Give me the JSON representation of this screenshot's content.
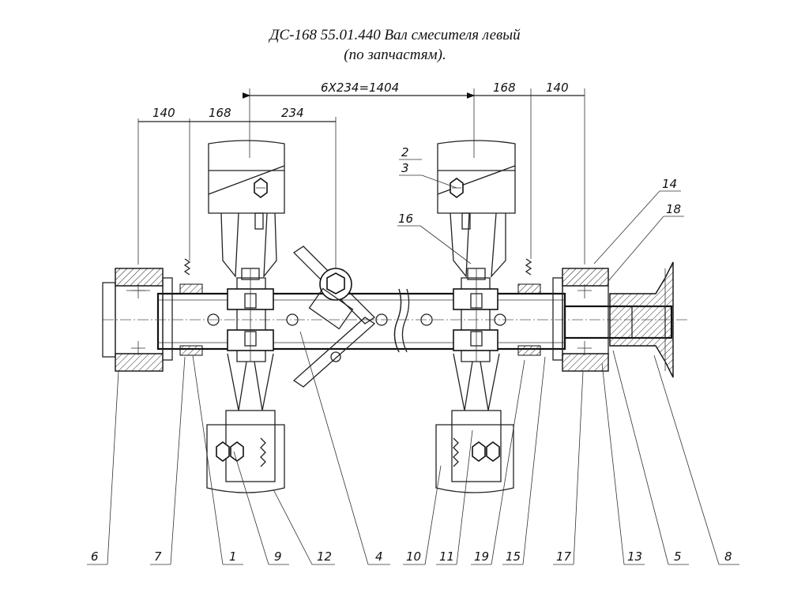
{
  "title": {
    "line1": "ДС-168 55.01.440 Вал смесителя левый",
    "line2": "(по запчастям)."
  },
  "dimensions": {
    "total": "6X234=1404",
    "left_140": "140",
    "left_168": "168",
    "pitch_234": "234",
    "right_168": "168",
    "right_140": "140"
  },
  "callouts": {
    "c1": "1",
    "c2": "2",
    "c3": "3",
    "c4": "4",
    "c5": "5",
    "c6": "6",
    "c7": "7",
    "c8": "8",
    "c9": "9",
    "c10": "10",
    "c11": "11",
    "c12": "12",
    "c13": "13",
    "c14": "14",
    "c15": "15",
    "c16": "16",
    "c17": "17",
    "c18": "18",
    "c19": "19"
  }
}
